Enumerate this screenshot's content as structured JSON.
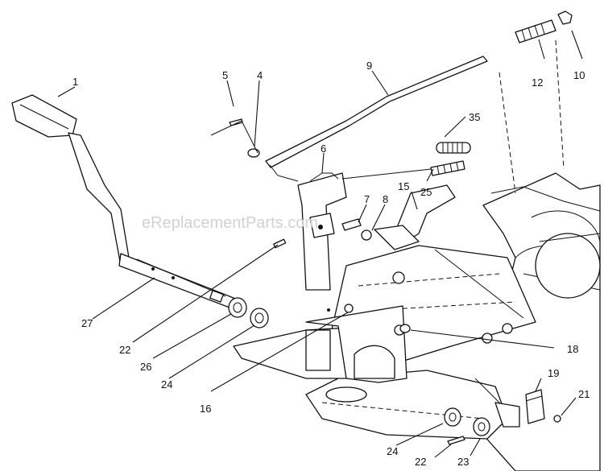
{
  "watermark": "eReplacementParts.com",
  "callouts": {
    "c1": "1",
    "c4": "4",
    "c5": "5",
    "c6": "6",
    "c7": "7",
    "c8": "8",
    "c9": "9",
    "c10": "10",
    "c12": "12",
    "c15": "15",
    "c16": "16",
    "c18": "18",
    "c19": "19",
    "c21": "21",
    "c22a": "22",
    "c22b": "22",
    "c23": "23",
    "c24a": "24",
    "c24b": "24",
    "c25": "25",
    "c26": "26",
    "c27": "27",
    "c35": "35"
  }
}
